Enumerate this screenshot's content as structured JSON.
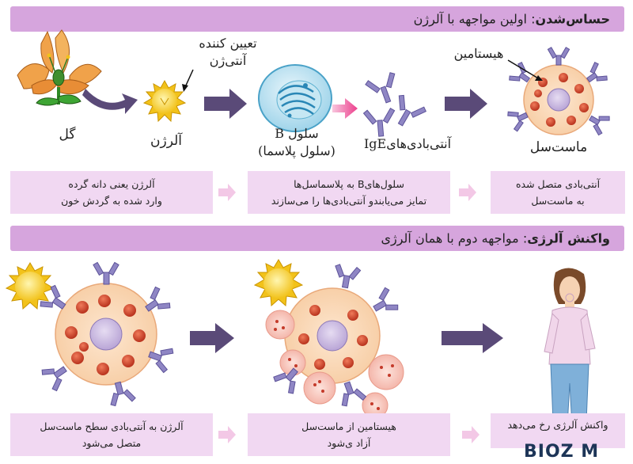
{
  "section1": {
    "title_bold": "حساس‌شدن",
    "title_rest": ": اولین مواجهه با آلرژن"
  },
  "labels": {
    "flower": "گل",
    "allergen": "آلرژن",
    "antigen_determinant_line1": "تعیین کننده",
    "antigen_determinant_line2": "آنتی‌ژن",
    "b_cell_line1": "سلول B",
    "b_cell_line2": "(سلول پلاسما)",
    "ige": "آنتی‌بادی‌هایIgE",
    "mast_cell": "ماست‌سل",
    "histamine": "هیستامین"
  },
  "boxes1": [
    {
      "line1": "آلرژن یعنی دانه گرده",
      "line2": "وارد شده به گردش خون"
    },
    {
      "line1": "سلول‌هایB به پلاسماسل‌ها",
      "line2": "تمایز می‌یابندو آنتی‌بادی‌ها را می‌سازند"
    },
    {
      "line1": "آنتی‌بادی متصل شده",
      "line2": "به ماست‌سل"
    }
  ],
  "section2": {
    "title_bold": "واکنش آلرژی",
    "title_rest": ": مواجهه دوم با همان آلرژی"
  },
  "boxes2": [
    {
      "line1": "آلرژن به آنتی‌بادی سطح ماست‌سل",
      "line2": "متصل می‌شود"
    },
    {
      "line1": "هیستامین از ماست‌سل",
      "line2": "آزاد ی‌شود"
    },
    {
      "line1": "واکنش آلرژی رخ می‌دهد",
      "line2": ""
    }
  ],
  "logo": "BIOZ  M"
}
